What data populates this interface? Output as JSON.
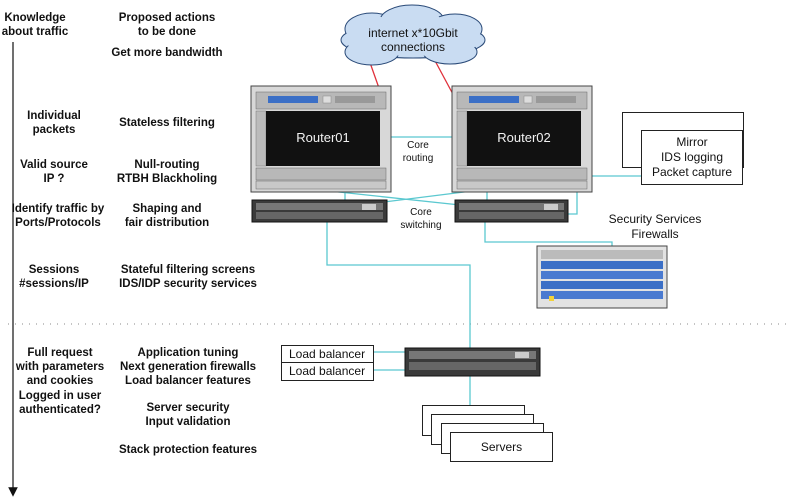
{
  "axis": {
    "title": "Knowledge\nabout traffic"
  },
  "actions_header": "Proposed actions\nto be done",
  "rows": [
    {
      "knowledge": "",
      "action": "Get more bandwidth"
    },
    {
      "knowledge": "Individual\npackets",
      "action": "Stateless filtering"
    },
    {
      "knowledge": "Valid source\nIP ?",
      "action": "Null-routing\nRTBH Blackholing"
    },
    {
      "knowledge": "Identify traffic by\nPorts/Protocols",
      "action": "Shaping and\nfair distribution"
    },
    {
      "knowledge": "Sessions\n#sessions/IP",
      "action": "Stateful filtering screens\nIDS/IDP security services"
    },
    {
      "knowledge": "Full request\nwith parameters\nand cookies",
      "action": "Application tuning\nNext generation firewalls\nLoad balancer features"
    },
    {
      "knowledge": "Logged in user\nauthenticated?",
      "action": "Server security\nInput validation"
    },
    {
      "knowledge": "",
      "action": "Stack protection features"
    }
  ],
  "cloud": "internet x*10Gbit\nconnections",
  "routers": [
    "Router01",
    "Router02"
  ],
  "core_routing": "Core\nrouting",
  "core_switching": "Core\nswitching",
  "mirror": "Mirror\nIDS logging\nPacket capture",
  "security": "Security Services\nFirewalls",
  "load_balancers": [
    "Load balancer",
    "Load balancer"
  ],
  "servers": "Servers",
  "colors": {
    "link": "#5bc8d0",
    "uplink": "#e0303a",
    "cloud": "#c9dcf2",
    "device": "#2a2a2a"
  }
}
